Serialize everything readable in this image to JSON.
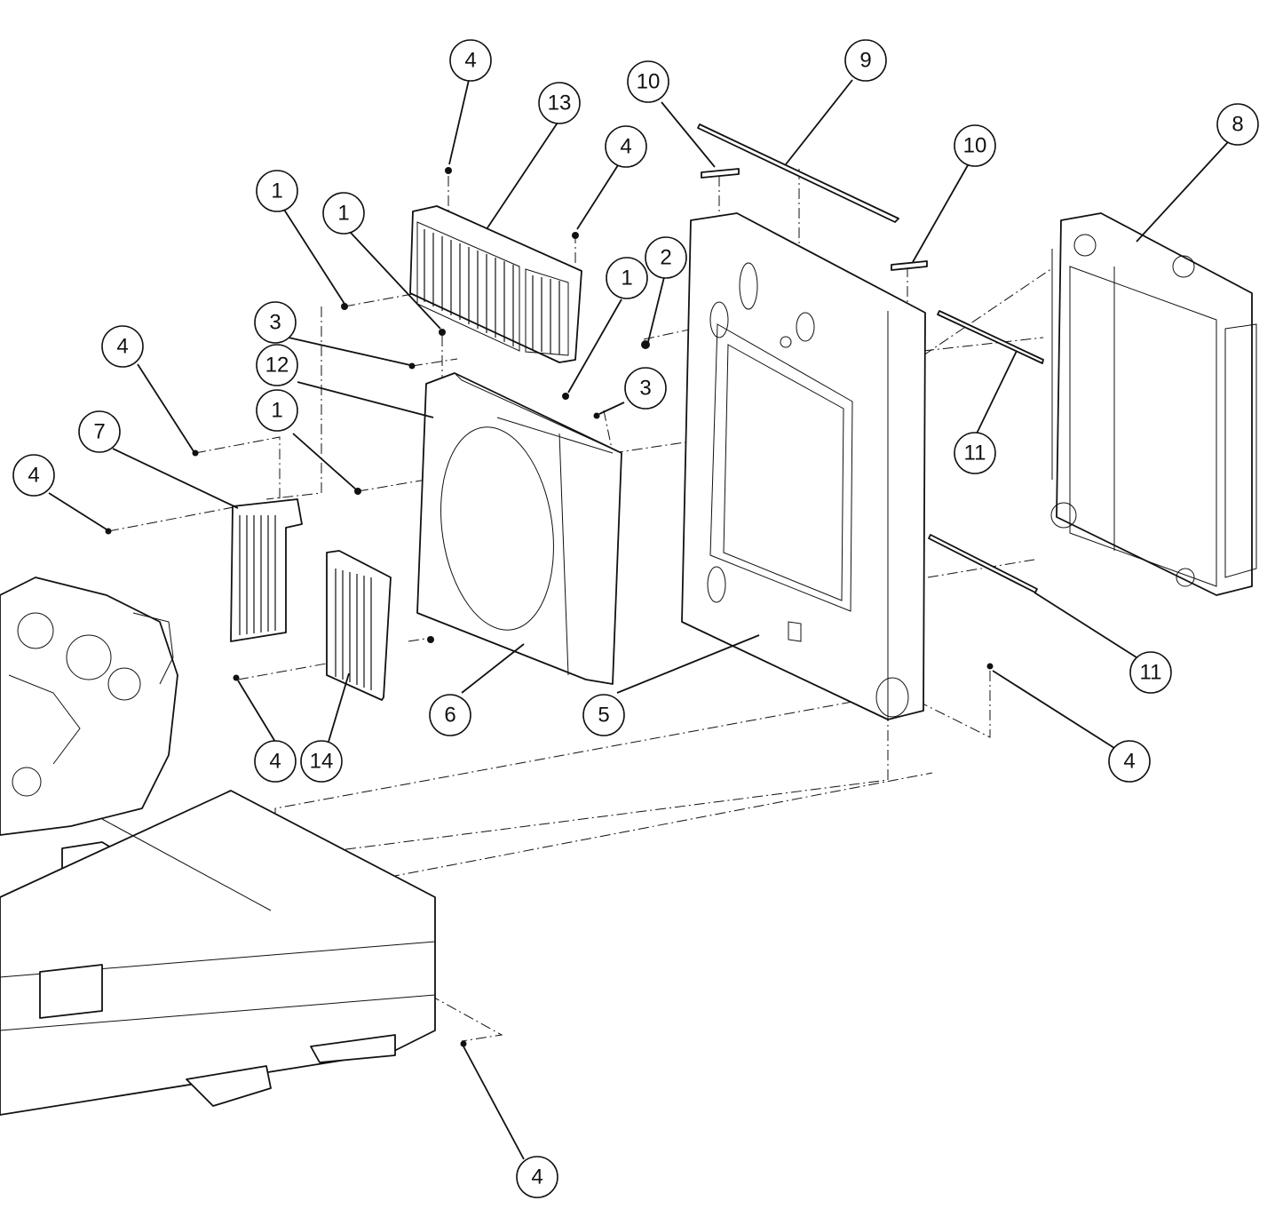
{
  "diagram": {
    "callouts": [
      {
        "id": "c-4-top",
        "label": "4"
      },
      {
        "id": "c-13",
        "label": "13"
      },
      {
        "id": "c-10-left",
        "label": "10"
      },
      {
        "id": "c-9",
        "label": "9"
      },
      {
        "id": "c-4-upper-mid",
        "label": "4"
      },
      {
        "id": "c-10-right",
        "label": "10"
      },
      {
        "id": "c-8",
        "label": "8"
      },
      {
        "id": "c-1-a",
        "label": "1"
      },
      {
        "id": "c-1-b",
        "label": "1"
      },
      {
        "id": "c-2",
        "label": "2"
      },
      {
        "id": "c-1-c",
        "label": "1"
      },
      {
        "id": "c-3-left",
        "label": "3"
      },
      {
        "id": "c-12",
        "label": "12"
      },
      {
        "id": "c-3-right",
        "label": "3"
      },
      {
        "id": "c-4-left",
        "label": "4"
      },
      {
        "id": "c-1-d",
        "label": "1"
      },
      {
        "id": "c-7",
        "label": "7"
      },
      {
        "id": "c-4-far-left",
        "label": "4"
      },
      {
        "id": "c-11-upper",
        "label": "11"
      },
      {
        "id": "c-11-lower",
        "label": "11"
      },
      {
        "id": "c-6",
        "label": "6"
      },
      {
        "id": "c-5",
        "label": "5"
      },
      {
        "id": "c-4-right",
        "label": "4"
      },
      {
        "id": "c-4-bottom-left",
        "label": "4"
      },
      {
        "id": "c-14",
        "label": "14"
      },
      {
        "id": "c-4-bottom",
        "label": "4"
      }
    ]
  }
}
